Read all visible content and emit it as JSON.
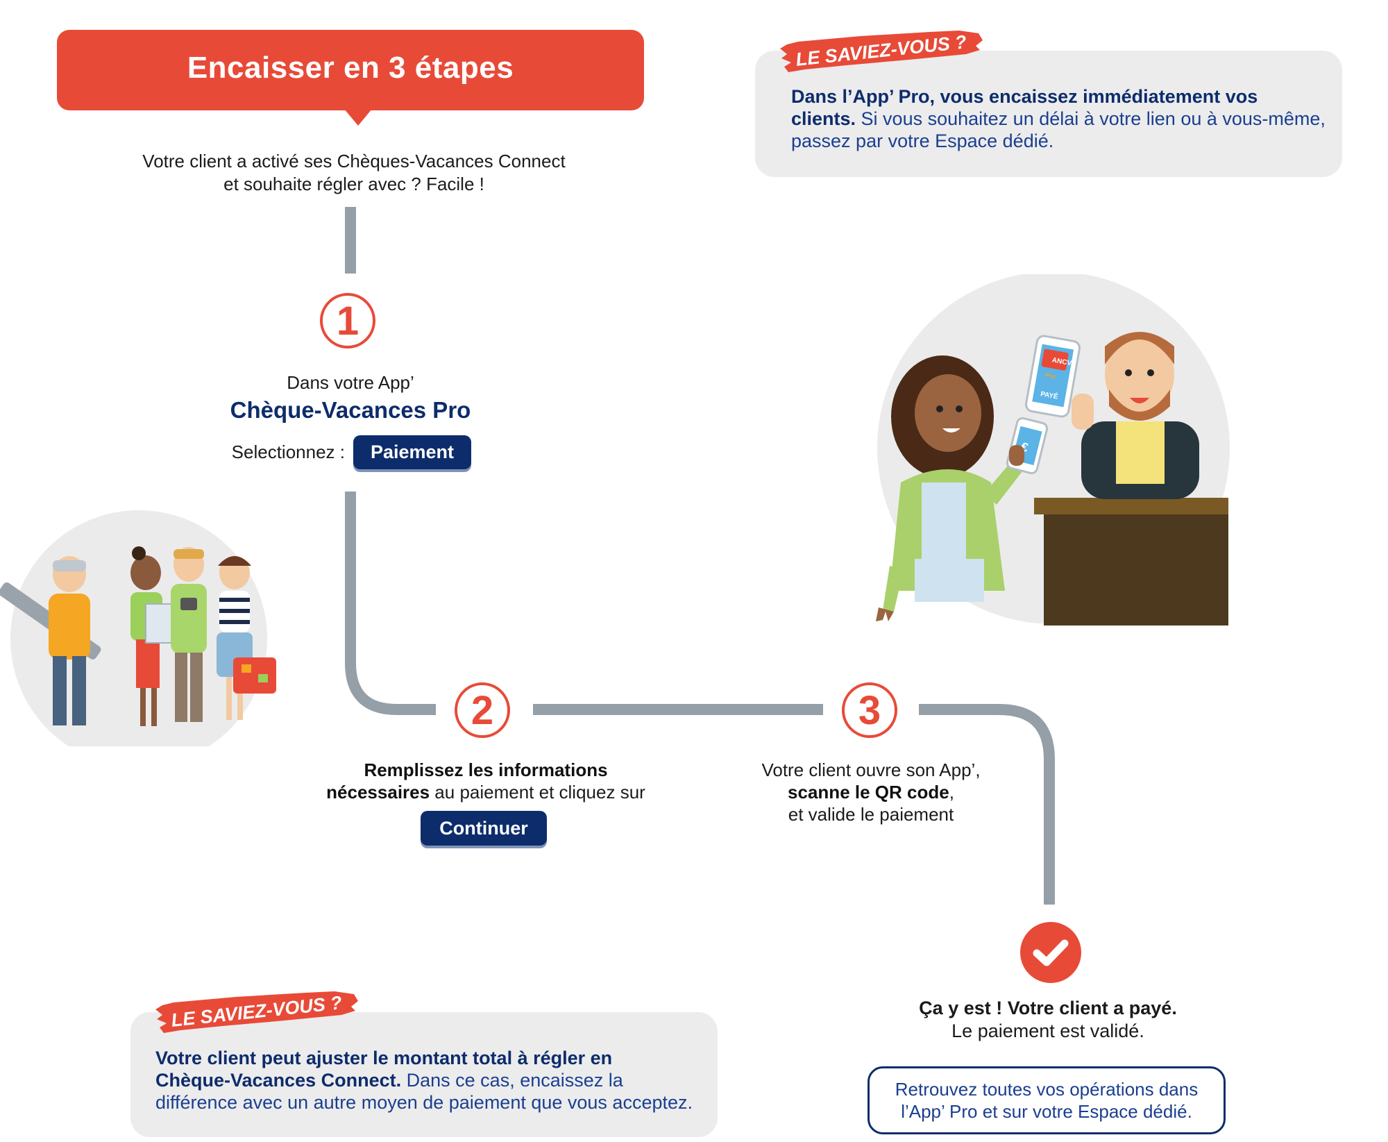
{
  "title": "Encaisser en 3 étapes",
  "intro": {
    "line1": "Votre client a activé ses Chèques-Vacances Connect",
    "line2": "et  souhaite régler avec ? Facile !"
  },
  "steps": [
    {
      "number": "1",
      "label": "Dans votre App’",
      "app_name": "Chèque-Vacances Pro",
      "select_label": "Selectionnez :",
      "button": "Paiement"
    },
    {
      "number": "2",
      "text_bold_1": "Remplissez les informations",
      "text_bold_2": "nécessaires",
      "text_rest_2": " au paiement et cliquez sur",
      "button": "Continuer"
    },
    {
      "number": "3",
      "line1": "Votre client ouvre son App’,",
      "line2_bold": "scanne le QR code",
      "line2_rest": ",",
      "line3": "et valide le paiement"
    }
  ],
  "tip_top": {
    "badge": "LE SAVIEZ-VOUS ?",
    "strong_1": "Dans l’App’ Pro, vous encaissez immédiatement vos",
    "strong_2": "clients.",
    "rest_2": " Si vous souhaitez un délai à votre lien ou à vous-même,",
    "line3": "passez par votre Espace dédié."
  },
  "tip_bottom": {
    "badge": "LE SAVIEZ-VOUS ?",
    "strong_1": "Votre client peut ajuster le montant total à régler en",
    "strong_2": "Chèque-Vacances Connect.",
    "rest_2": " Dans ce cas, encaissez la",
    "line3": "différence avec un autre moyen de paiement que vous acceptez."
  },
  "done": {
    "line1": "Ça y est ! Votre client a payé.",
    "line2": "Le paiement est validé."
  },
  "footer_box": {
    "line1": "Retrouvez toutes vos opérations dans",
    "line2": "l’App’ Pro et sur votre Espace dédié."
  },
  "phone_screen": {
    "brand": "ANCV",
    "tag": "Pro",
    "status": "PAYÉ",
    "currency": "€"
  },
  "colors": {
    "accent_red": "#e84a38",
    "navy": "#0d2c6b",
    "connector_grey": "#949fa8",
    "box_grey": "#ececed"
  }
}
